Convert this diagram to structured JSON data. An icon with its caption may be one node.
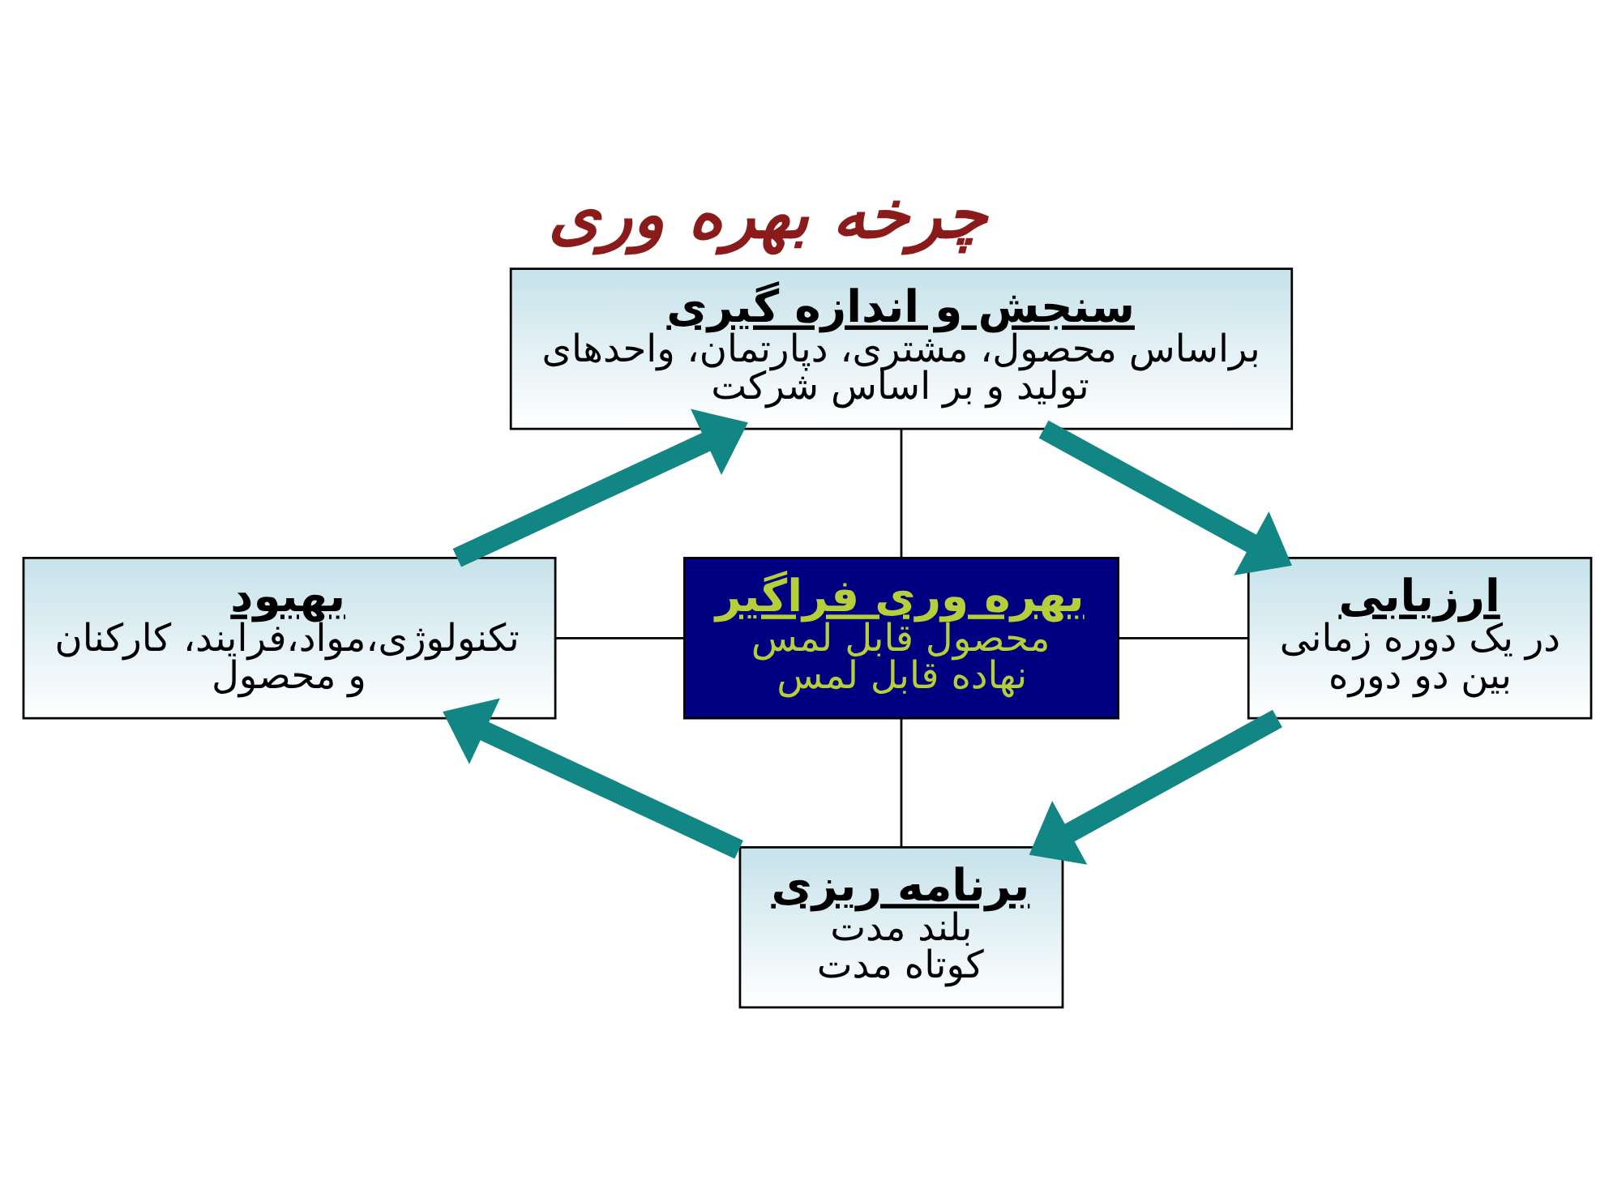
{
  "diagram": {
    "title": "چرخه بهره وری",
    "nodes": [
      {
        "text": [
          "سنجش و اندازه گیری",
          "براساس محصول، مشتری، دپارتمان، واحدهای تولید و بر اساس شرکت"
        ]
      },
      {
        "text": [
          "ارزیابی",
          "در یک دوره زمانی",
          "بین دو دوره"
        ]
      },
      {
        "text": [
          "برنامه ریزی",
          "بلند مدت",
          "کوتاه مدت"
        ]
      },
      {
        "text": [
          "بهبود",
          "تکنولوژی،مواد،فرایند، کارکنان و محصول"
        ]
      },
      {
        "text": [
          "بهره وری فراگیر",
          "محصول قابل لمس",
          "نهاده قابل لمس"
        ]
      }
    ],
    "edges": [
      {
        "from": 0,
        "to": 1,
        "arrow": "to",
        "style": "thick",
        "color": "#128585"
      },
      {
        "from": 1,
        "to": 2,
        "arrow": "to",
        "style": "thick",
        "color": "#128585"
      },
      {
        "from": 2,
        "to": 3,
        "arrow": "to",
        "style": "thick",
        "color": "#128585"
      },
      {
        "from": 3,
        "to": 0,
        "arrow": "to",
        "style": "thick",
        "color": "#128585"
      },
      {
        "from": 0,
        "to": 4,
        "arrow": "none",
        "color": "#000000"
      },
      {
        "from": 3,
        "to": 4,
        "arrow": "none",
        "color": "#000000"
      },
      {
        "from": 4,
        "to": 1,
        "arrow": "none",
        "color": "#000000"
      },
      {
        "from": 4,
        "to": 2,
        "arrow": "none",
        "color": "#000000"
      }
    ]
  }
}
